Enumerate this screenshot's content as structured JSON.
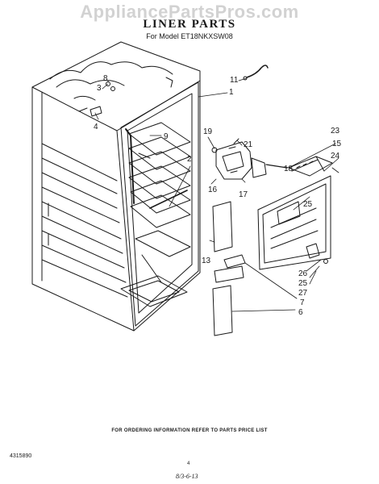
{
  "watermark": "AppliancePartsPros.com",
  "title": "LINER PARTS",
  "subtitle": "For Model ET18NKXSW08",
  "callouts": [
    {
      "id": "c11",
      "label": "11"
    },
    {
      "id": "c1",
      "label": "1"
    },
    {
      "id": "c8",
      "label": "8"
    },
    {
      "id": "c3",
      "label": "3"
    },
    {
      "id": "c4",
      "label": "4"
    },
    {
      "id": "c9",
      "label": "9"
    },
    {
      "id": "c19",
      "label": "19"
    },
    {
      "id": "c21",
      "label": "21"
    },
    {
      "id": "c23",
      "label": "23"
    },
    {
      "id": "c15",
      "label": "15"
    },
    {
      "id": "c24",
      "label": "24"
    },
    {
      "id": "c2",
      "label": "2"
    },
    {
      "id": "c18",
      "label": "18"
    },
    {
      "id": "c16",
      "label": "16"
    },
    {
      "id": "c17",
      "label": "17"
    },
    {
      "id": "c25a",
      "label": "25"
    },
    {
      "id": "c13",
      "label": "13"
    },
    {
      "id": "c26",
      "label": "26"
    },
    {
      "id": "c25b",
      "label": "25"
    },
    {
      "id": "c27",
      "label": "27"
    },
    {
      "id": "c7",
      "label": "7"
    },
    {
      "id": "c6",
      "label": "6"
    }
  ],
  "footer": {
    "ordering_note": "FOR ORDERING INFORMATION REFER TO PARTS PRICE LIST",
    "doc_number": "4315890",
    "page": "4",
    "stamp": "8/3-6-13"
  }
}
